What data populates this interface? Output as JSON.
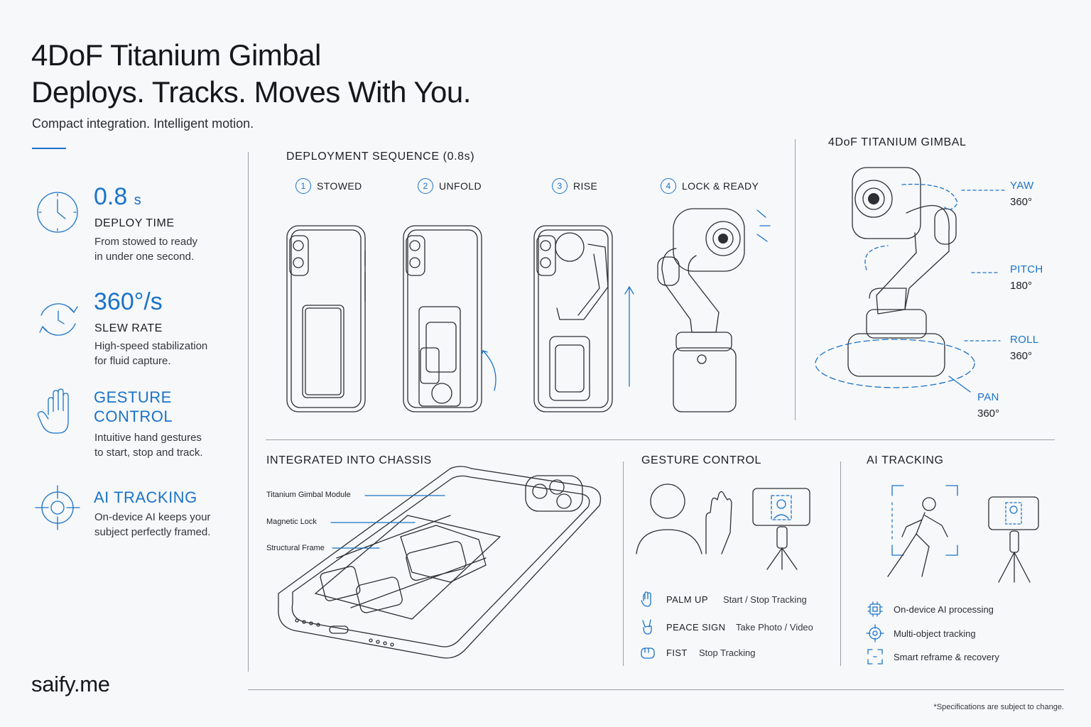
{
  "header": {
    "title_line1": "4DoF Titanium Gimbal",
    "title_line2": "Deploys. Tracks. Moves With You.",
    "subtitle": "Compact integration. Intelligent motion."
  },
  "stats": [
    {
      "icon": "clock-icon",
      "value": "0.8",
      "unit": "s",
      "label": "DEPLOY TIME",
      "desc_line1": "From stowed to ready",
      "desc_line2": "in under one second."
    },
    {
      "icon": "rotation-icon",
      "value": "360°/s",
      "label": "SLEW RATE",
      "desc_line1": "High-speed stabilization",
      "desc_line2": "for fluid capture."
    },
    {
      "icon": "hand-icon",
      "title_line1": "GESTURE",
      "title_line2": "CONTROL",
      "desc_line1": "Intuitive hand gestures",
      "desc_line2": "to start, stop and track."
    },
    {
      "icon": "crosshair-icon",
      "title": "AI TRACKING",
      "desc_line1": "On-device AI keeps your",
      "desc_line2": "subject perfectly framed."
    }
  ],
  "deployment": {
    "title": "DEPLOYMENT SEQUENCE (0.8s)",
    "steps": [
      {
        "num": "1",
        "label": "STOWED"
      },
      {
        "num": "2",
        "label": "UNFOLD"
      },
      {
        "num": "3",
        "label": "RISE"
      },
      {
        "num": "4",
        "label": "LOCK & READY"
      }
    ]
  },
  "gimbal": {
    "title": "4DoF TITANIUM GIMBAL",
    "axes": [
      {
        "name": "YAW",
        "value": "360°"
      },
      {
        "name": "PITCH",
        "value": "180°"
      },
      {
        "name": "ROLL",
        "value": "360°"
      },
      {
        "name": "PAN",
        "value": "360°"
      }
    ]
  },
  "chassis": {
    "title": "INTEGRATED INTO CHASSIS",
    "callouts": [
      "Titanium Gimbal Module",
      "Magnetic Lock",
      "Structural Frame"
    ]
  },
  "gesture": {
    "title": "GESTURE CONTROL",
    "rows": [
      {
        "icon": "palm-icon",
        "name": "PALM UP",
        "action": "Start / Stop Tracking"
      },
      {
        "icon": "peace-sign-icon",
        "name": "PEACE SIGN",
        "action": "Take Photo / Video"
      },
      {
        "icon": "fist-icon",
        "name": "FIST",
        "action": "Stop Tracking"
      }
    ]
  },
  "ai": {
    "title": "AI TRACKING",
    "rows": [
      {
        "icon": "chip-icon",
        "text": "On-device AI processing"
      },
      {
        "icon": "target-icon",
        "text": "Multi-object tracking"
      },
      {
        "icon": "frame-icon",
        "text": "Smart reframe & recovery"
      }
    ]
  },
  "footer": {
    "logo": "saify.me",
    "disclaimer": "*Specifications are subject to change."
  },
  "colors": {
    "accent": "#1a73c8",
    "text": "#1d1f23",
    "background": "#f7f8fa",
    "divider": "#9aa0a6"
  }
}
